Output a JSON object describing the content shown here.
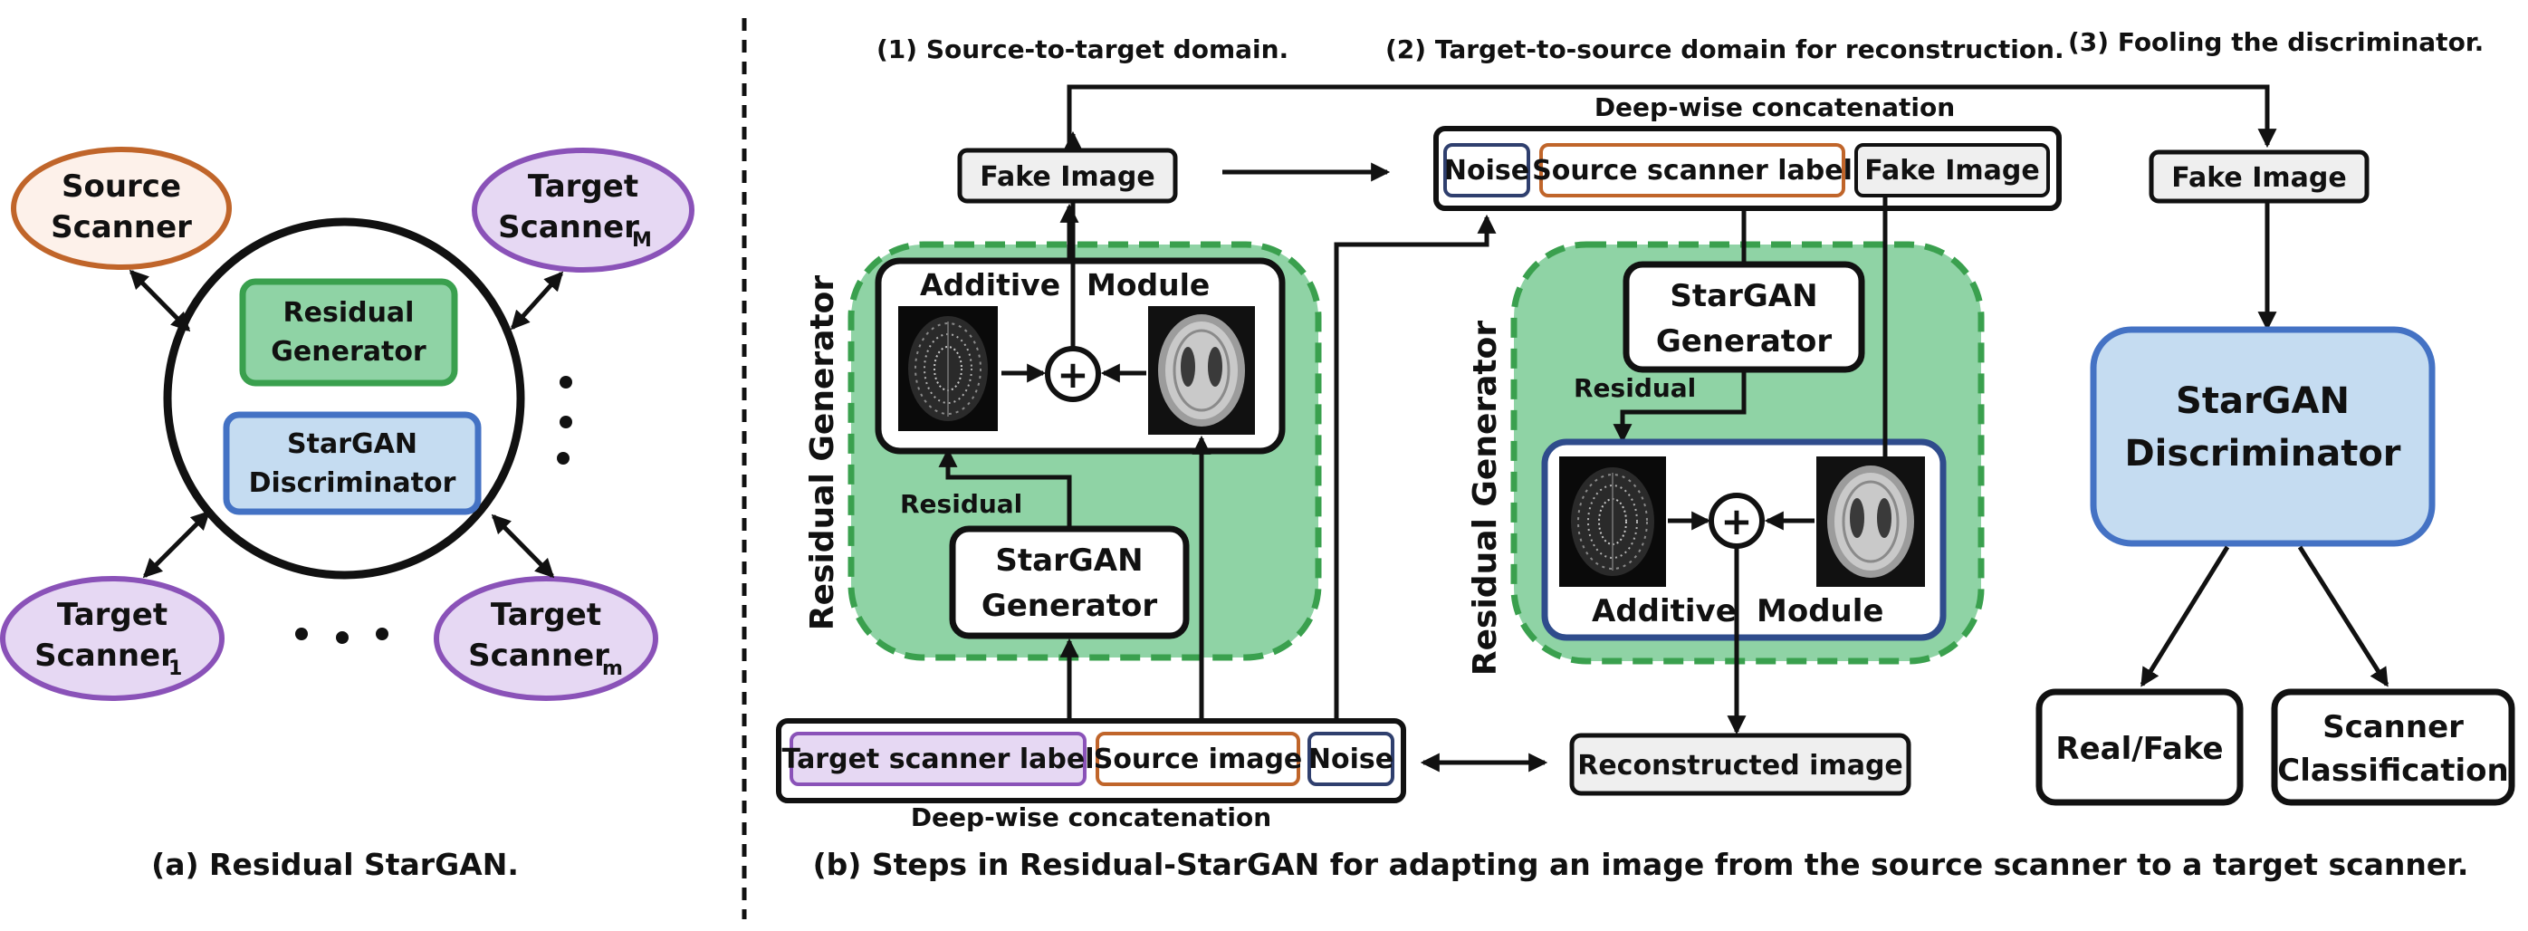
{
  "panel_a": {
    "source_node": [
      "Source",
      "Scanner"
    ],
    "target_M_node": {
      "base": "Scanner",
      "sub": "M",
      "line1": "Target"
    },
    "target_1_node": {
      "base": "Scanner",
      "sub": "1",
      "line1": "Target"
    },
    "target_m_node": {
      "base": "Scanner",
      "sub": "m",
      "line1": "Target"
    },
    "residual_generator": [
      "Residual",
      "Generator"
    ],
    "stargan_discriminator": [
      "StarGAN",
      "Discriminator"
    ],
    "caption": "(a) Residual StarGAN."
  },
  "panel_b": {
    "step1_title": "(1) Source-to-target domain.",
    "step2_title": "(2) Target-to-source domain for reconstruction.",
    "step3_title": "(3) Fooling the discriminator.",
    "deep_concat_top": "Deep-wise concatenation",
    "deep_concat_bottom": "Deep-wise concatenation",
    "fake_image_1": "Fake Image",
    "fake_image_2": "Fake Image",
    "fake_image_3": "Fake Image",
    "noise_top": "Noise",
    "noise_bottom": "Noise",
    "source_scanner_label": "Source scanner label",
    "target_scanner_label": "Target scanner label",
    "source_image": "Source image",
    "reconstructed_image": "Reconstructed image",
    "residual_generator_vertical": "Residual Generator",
    "additive": "Additive",
    "module": "Module",
    "residual": "Residual",
    "stargan_generator": [
      "StarGAN",
      "Generator"
    ],
    "discriminator": [
      "StarGAN",
      "Discriminator"
    ],
    "real_fake": "Real/Fake",
    "scanner_classification": [
      "Scanner",
      "Classification"
    ],
    "plus": "+",
    "caption": "(b) Steps in Residual-StarGAN for adapting an image from the source scanner to a target scanner."
  },
  "colors": {
    "source_orange": "#c0652a",
    "source_fill": "#fdf1ea",
    "target_purple": "#8a52b8",
    "target_fill": "#e6d8f3",
    "green_fill": "#8fd3a5",
    "green_border": "#3aa04e",
    "blue_fill": "#c5dcf1",
    "blue_border": "#4472c4",
    "grey_fill": "#efefef",
    "navy_border": "#2f3f6e"
  }
}
